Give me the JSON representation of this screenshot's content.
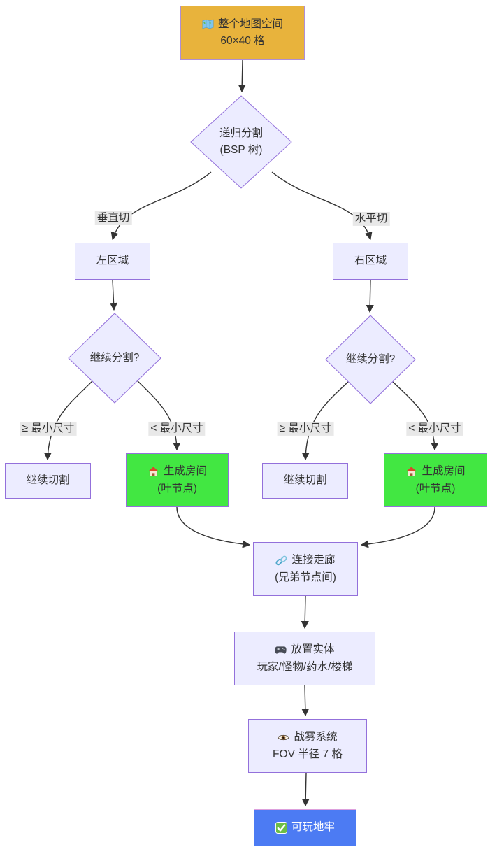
{
  "colors": {
    "canvas_bg": "#FFFFFF",
    "node_fill": "#ECECFF",
    "node_border": "#9370DB",
    "start_fill": "#E8B33C",
    "start_border": "#AE8FD6",
    "room_fill": "#42E742",
    "final_fill": "#4C7BF3",
    "final_border": "#DDA0DD",
    "final_text": "#FFFFFF",
    "edge": "#333333",
    "edge_label_bg": "#E8E8E8",
    "text": "#333333"
  },
  "nodes": {
    "start": {
      "icon": "map-icon",
      "line1": "整个地图空间",
      "line2": "60×40 格"
    },
    "bsp": {
      "line1": "递归分割",
      "line2": "(BSP 树)"
    },
    "left_region": {
      "label": "左区域"
    },
    "right_region": {
      "label": "右区域"
    },
    "decide_left": {
      "label": "继续分割?"
    },
    "decide_right": {
      "label": "继续分割?"
    },
    "cut_left": {
      "label": "继续切割"
    },
    "cut_right": {
      "label": "继续切割"
    },
    "room_left": {
      "icon": "house-icon",
      "line1": "生成房间",
      "line2": "(叶节点)"
    },
    "room_right": {
      "icon": "house-icon",
      "line1": "生成房间",
      "line2": "(叶节点)"
    },
    "corridor": {
      "icon": "link-icon",
      "line1": "连接走廊",
      "line2": "(兄弟节点间)"
    },
    "entities": {
      "icon": "gamepad-icon",
      "line1": "放置实体",
      "line2": "玩家/怪物/药水/楼梯"
    },
    "fog": {
      "icon": "eye-icon",
      "line1": "战雾系统",
      "line2": "FOV 半径 7 格"
    },
    "final": {
      "icon": "check-icon",
      "label": "可玩地牢"
    }
  },
  "edge_labels": {
    "vertical": "垂直切",
    "horizontal": "水平切",
    "ge_min_left": "≥ 最小尺寸",
    "lt_min_left": "< 最小尺寸",
    "ge_min_right": "≥ 最小尺寸",
    "lt_min_right": "< 最小尺寸"
  }
}
